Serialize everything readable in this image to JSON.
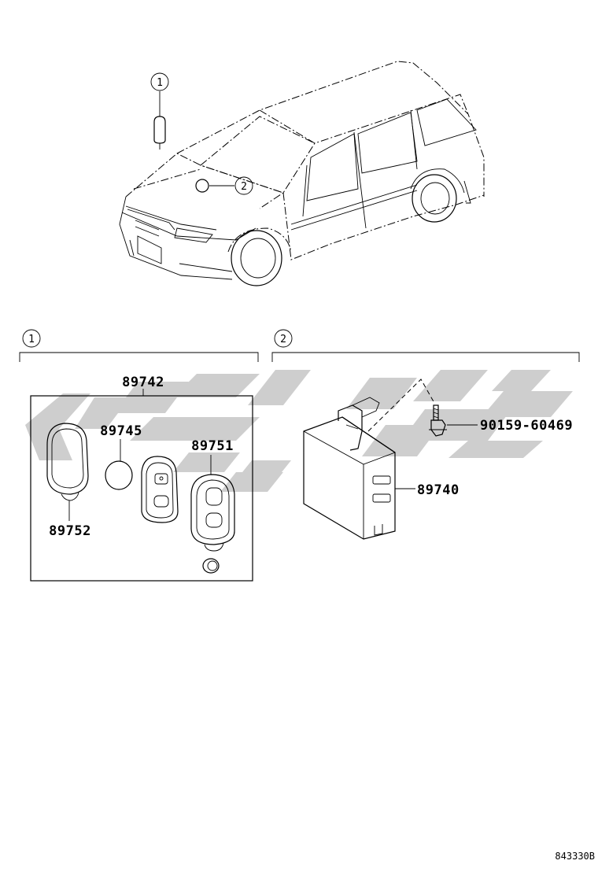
{
  "diagram": {
    "callouts": [
      {
        "id": "callout-1",
        "label": "1"
      },
      {
        "id": "callout-2",
        "label": "2"
      }
    ],
    "section_headers": [
      {
        "id": "section-1",
        "label": "1"
      },
      {
        "id": "section-2",
        "label": "2"
      }
    ],
    "parts": {
      "p89742": "89742",
      "p89745": "89745",
      "p89751": "89751",
      "p89752": "89752",
      "p89740": "89740",
      "p90159": "90159-60469"
    },
    "reference_number": "843330B"
  },
  "colors": {
    "line": "#000000",
    "watermark": "#cccccc",
    "background": "#ffffff"
  }
}
